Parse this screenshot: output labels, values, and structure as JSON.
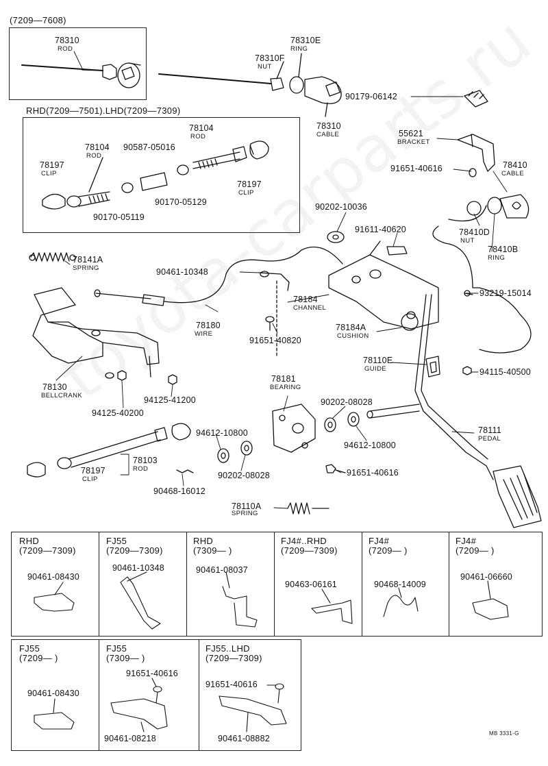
{
  "watermark": "toyota-carparts.ru",
  "top_box": {
    "range": "(7209—7608)",
    "part": "78310",
    "part_sub": "ROD"
  },
  "cable": {
    "ring": "78310E",
    "ring_sub": "RING",
    "nut": "78310F",
    "nut_sub": "NUT",
    "cable": "78310",
    "cable_sub": "CABLE"
  },
  "rod_box": {
    "title": "RHD(7209—7501).LHD(7209—7309)",
    "rod_right": "78104",
    "rod_right_sub": "ROD",
    "rod_left": "78104",
    "rod_left_sub": "ROD",
    "connector": "90587-05016",
    "clip_left": "78197",
    "clip_left_sub": "CLIP",
    "clip_right": "78197",
    "clip_right_sub": "CLIP",
    "nut_left": "90170-05119",
    "nut_right": "90170-05129"
  },
  "upper_right": {
    "clip": "90179-06142",
    "bracket": "55621",
    "bracket_sub": "BRACKET",
    "bolt": "91651-40616",
    "cable": "78410",
    "cable_sub": "CABLE",
    "nut": "78410D",
    "nut_sub": "NUT",
    "ring": "78410B",
    "ring_sub": "RING",
    "screw": "93219-15014"
  },
  "main": {
    "washer_top": "90202-10036",
    "bolt_top": "91611-40620",
    "spring": "78141A",
    "spring_sub": "SPRING",
    "clamp": "90461-10348",
    "channel": "78184",
    "channel_sub": "CHANNEL",
    "wire": "78180",
    "wire_sub": "WIRE",
    "bolt_wire": "91651-40820",
    "cushion": "78184A",
    "cushion_sub": "CUSHION",
    "guide": "78110E",
    "guide_sub": "GUIDE",
    "nut_guide": "94115-40500",
    "bellcrank": "78130",
    "bellcrank_sub": "BELLCRANK",
    "nut_a": "94125-41200",
    "nut_b": "94125-40200",
    "bearing": "78181",
    "bearing_sub": "BEARING",
    "washer_a": "90202-08028",
    "pedal": "78111",
    "pedal_sub": "PEDAL",
    "washer_b": "94612-10800",
    "washer_c": "94612-10800",
    "washer_d": "90202-08028",
    "rod": "78103",
    "rod_sub": "ROD",
    "clip": "78197",
    "clip_sub": "CLIP",
    "bolt_pedal": "91651-40616",
    "pin": "90468-16012",
    "spring2": "78110A",
    "spring2_sub": "SPRING"
  },
  "variants_row1": [
    {
      "h1": "RHD",
      "h2": "(7209—7309)",
      "part": "90461-08430"
    },
    {
      "h1": "FJ55",
      "h2": "(7209—7309)",
      "part": "90461-10348"
    },
    {
      "h1": "RHD",
      "h2": "(7309—      )",
      "part": "90461-08037"
    },
    {
      "h1": "FJ4#..RHD",
      "h2": "(7209—7309)",
      "part": "90463-06161"
    },
    {
      "h1": "FJ4#",
      "h2": "(7209—      )",
      "part": "90468-14009"
    },
    {
      "h1": "FJ4#",
      "h2": "(7209—      )",
      "part": "90461-06660"
    }
  ],
  "variants_row2": [
    {
      "h1": "FJ55",
      "h2": "(7209—      )",
      "part": "90461-08430",
      "part2": ""
    },
    {
      "h1": "FJ55",
      "h2": "(7309—      )",
      "part": "91651-40616",
      "part2": "90461-08218"
    },
    {
      "h1": "FJ55..LHD",
      "h2": "(7209—7309)",
      "part": "91651-40616",
      "part2": "90461-08882"
    }
  ],
  "footer": "MB  3331-G"
}
